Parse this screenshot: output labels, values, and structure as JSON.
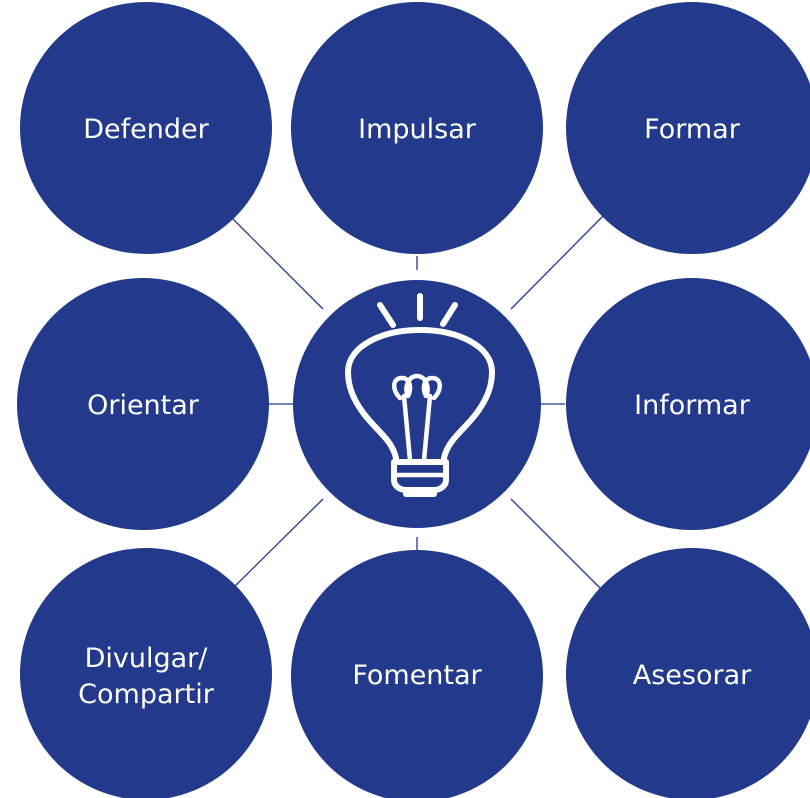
{
  "colors": {
    "node_fill": "#23398b",
    "text": "#ffffff",
    "background": "#ffffff"
  },
  "center": {
    "icon": "lightbulb-icon"
  },
  "nodes": {
    "defender": {
      "label": "Defender"
    },
    "impulsar": {
      "label": "Impulsar"
    },
    "formar": {
      "label": "Formar"
    },
    "orientar": {
      "label": "Orientar"
    },
    "informar": {
      "label": "Informar"
    },
    "divulgar": {
      "label_line1": "Divulgar/",
      "label_line2": "Compartir"
    },
    "fomentar": {
      "label": "Fomentar"
    },
    "asesorar": {
      "label": "Asesorar"
    }
  }
}
